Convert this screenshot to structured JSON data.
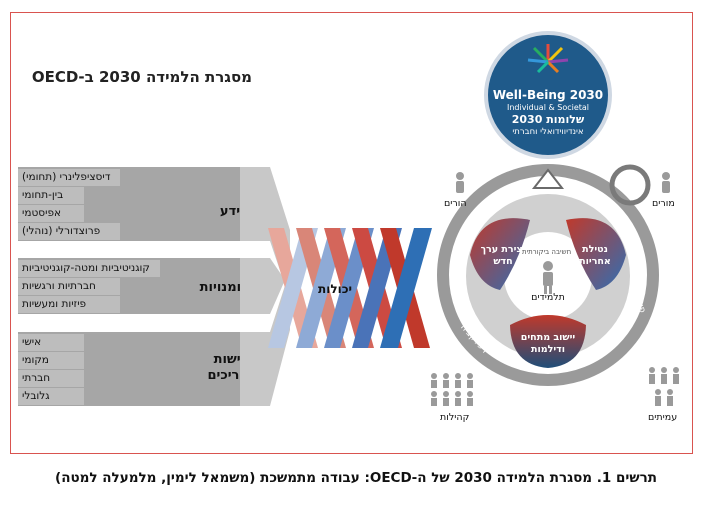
{
  "title": "מסגרת הלמידה 2030 ב-OECD",
  "categories": [
    {
      "label": "ידע",
      "items": [
        "דיסציפלינרי (תחומי)",
        "בין-תחומי",
        "אפיסטמי",
        "פרוצדורלי (נוהלי)"
      ]
    },
    {
      "label": "מיומנויות",
      "items": [
        "קוגניטיביות ומטה-קוגניטיביות",
        "חברתיות ורגשיות",
        "פיזיות ומעשיות"
      ]
    },
    {
      "label": "גישות ועריכים",
      "items": [
        "אישי",
        "מקומי",
        "חברתי",
        "גלובלי"
      ]
    }
  ],
  "competencies_label": "יכולות",
  "wellbeing": {
    "line1": "Well-Being 2030",
    "line2": "Individual & Societal",
    "line3": "שלומות 2030",
    "line4": "אינדיווידואלי וחברתי"
  },
  "petals": {
    "top_left": "יצירת ערך חדש",
    "top_right": "נטילת אחריות",
    "bottom": "יישוב מתחים ודילמות"
  },
  "center_label": "תלמידים",
  "ring_labels": {
    "anticipation": "ציפייה",
    "action": "פעולה",
    "reflection": "רפלקציה"
  },
  "inner_ring_text": "חשיבה ביקורתית",
  "people": {
    "parents": "הורים",
    "teachers": "מורים",
    "communities": "קהילות",
    "peers": "עמיתים"
  },
  "caption": "תרשים 1. מסגרת הלמידה 2030 של ה-OECD: עבודה מתמשכת (משמאל לימין, מלמעלה למטה)",
  "colors": {
    "frame": "#d9534f",
    "navy": "#1f4e79",
    "red": "#c0392b",
    "blue": "#2e6fb5",
    "gray": "#a6a6a6"
  }
}
